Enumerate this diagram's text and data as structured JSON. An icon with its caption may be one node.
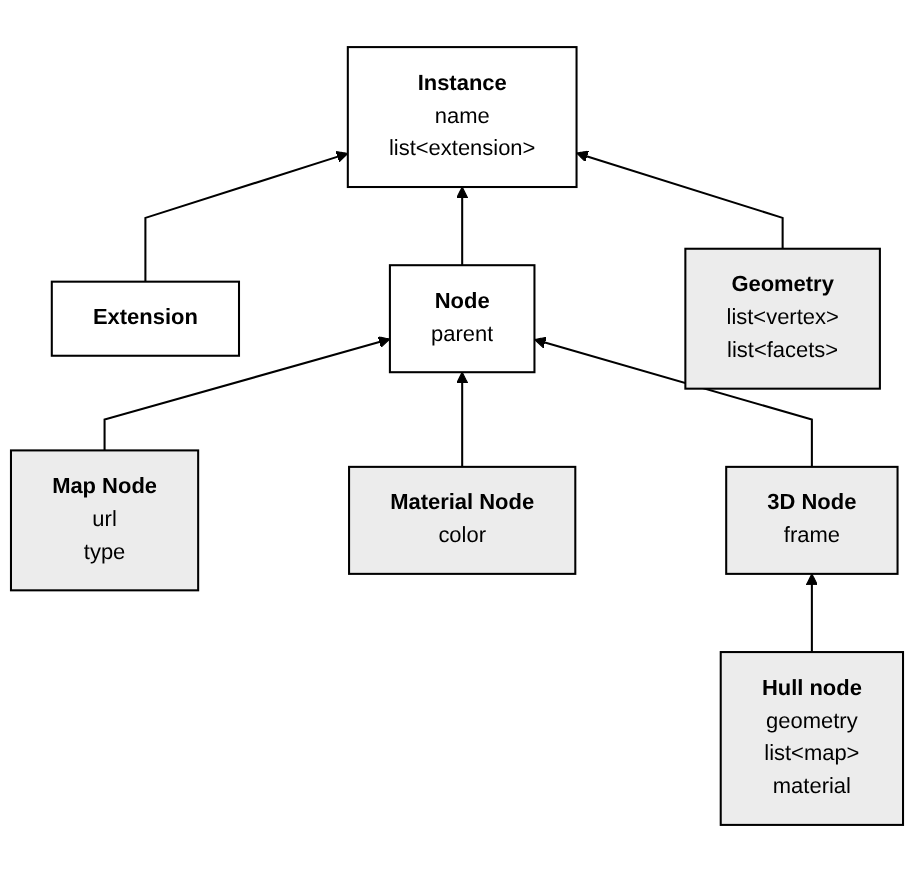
{
  "diagram": {
    "nodes": [
      {
        "text": [
          "Instance",
          "name",
          "list<extension>"
        ]
      },
      {
        "text": [
          "Extension"
        ]
      },
      {
        "text": [
          "Node",
          "parent"
        ]
      },
      {
        "text": [
          "Geometry",
          "list<vertex>",
          "list<facets>"
        ]
      },
      {
        "text": [
          "Map Node",
          "url",
          "type"
        ]
      },
      {
        "text": [
          "Material Node",
          "color"
        ]
      },
      {
        "text": [
          "3D Node",
          "frame"
        ]
      },
      {
        "text": [
          "Hull node",
          "geometry",
          "list<map>",
          "material"
        ]
      }
    ],
    "edges": [
      {
        "from": 1,
        "to": 0,
        "arrow": "to"
      },
      {
        "from": 2,
        "to": 0,
        "arrow": "to"
      },
      {
        "from": 3,
        "to": 0,
        "arrow": "to"
      },
      {
        "from": 4,
        "to": 2,
        "arrow": "to"
      },
      {
        "from": 5,
        "to": 2,
        "arrow": "to"
      },
      {
        "from": 6,
        "to": 2,
        "arrow": "to"
      },
      {
        "from": 7,
        "to": 6,
        "arrow": "to"
      }
    ]
  }
}
